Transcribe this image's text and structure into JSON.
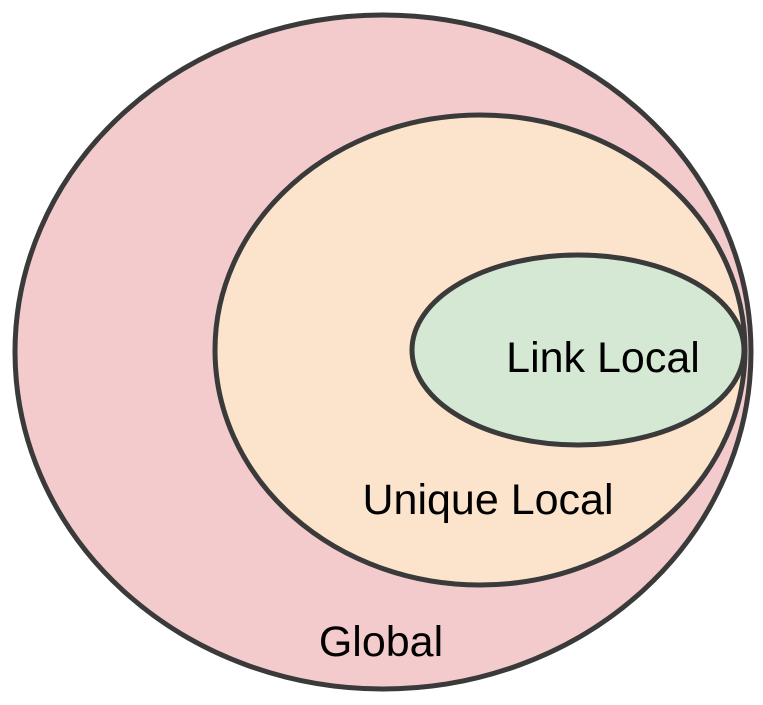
{
  "diagram": {
    "type": "nested-venn",
    "description": "Three nested address-scope regions",
    "background_color": "#ffffff",
    "outline_color": "#3a3a3a",
    "text_color": "#000000",
    "sets": [
      {
        "id": "global",
        "label": "Global",
        "fill_color": "#f4cbcc"
      },
      {
        "id": "unique-local",
        "label": "Unique Local",
        "fill_color": "#fce4cc"
      },
      {
        "id": "link-local",
        "label": "Link Local",
        "fill_color": "#d5e8d3"
      }
    ]
  }
}
